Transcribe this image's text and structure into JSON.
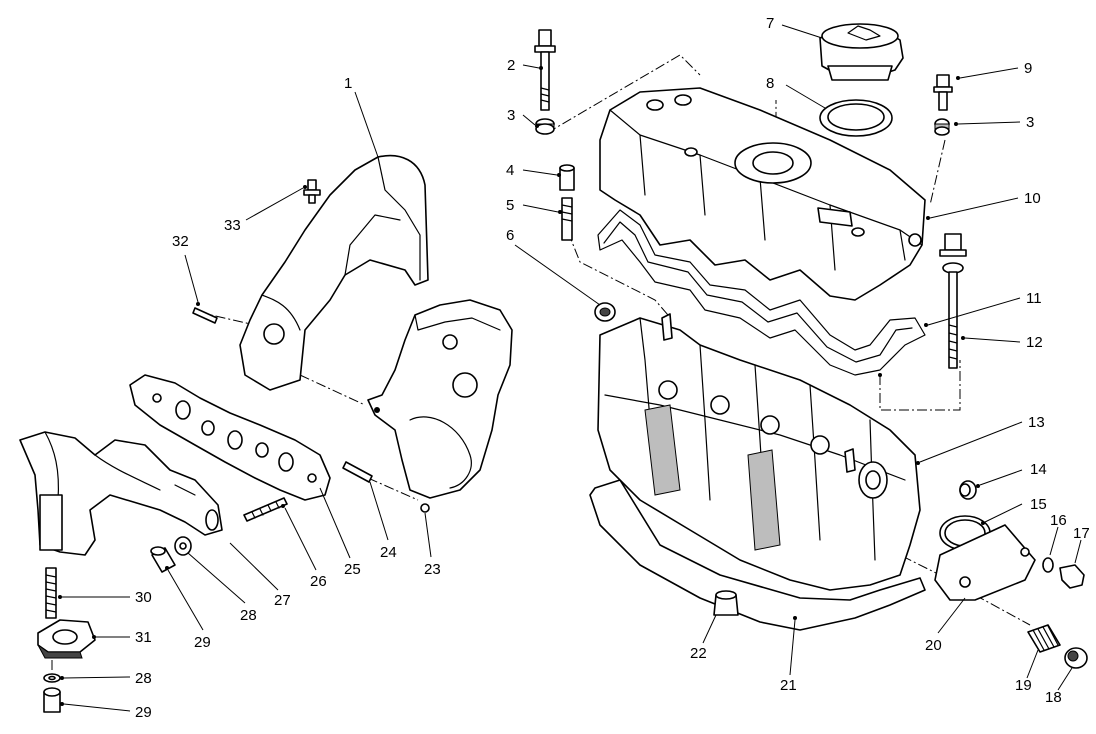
{
  "callouts": [
    {
      "id": "c1",
      "text": "1"
    },
    {
      "id": "c2",
      "text": "2"
    },
    {
      "id": "c3a",
      "text": "3"
    },
    {
      "id": "c3b",
      "text": "3"
    },
    {
      "id": "c4",
      "text": "4"
    },
    {
      "id": "c5",
      "text": "5"
    },
    {
      "id": "c6",
      "text": "6"
    },
    {
      "id": "c7",
      "text": "7"
    },
    {
      "id": "c8",
      "text": "8"
    },
    {
      "id": "c9",
      "text": "9"
    },
    {
      "id": "c10",
      "text": "10"
    },
    {
      "id": "c11",
      "text": "11"
    },
    {
      "id": "c12",
      "text": "12"
    },
    {
      "id": "c13",
      "text": "13"
    },
    {
      "id": "c14",
      "text": "14"
    },
    {
      "id": "c15",
      "text": "15"
    },
    {
      "id": "c16",
      "text": "16"
    },
    {
      "id": "c17",
      "text": "17"
    },
    {
      "id": "c18",
      "text": "18"
    },
    {
      "id": "c19",
      "text": "19"
    },
    {
      "id": "c20",
      "text": "20"
    },
    {
      "id": "c21",
      "text": "21"
    },
    {
      "id": "c22",
      "text": "22"
    },
    {
      "id": "c23",
      "text": "23"
    },
    {
      "id": "c24",
      "text": "24"
    },
    {
      "id": "c25",
      "text": "25"
    },
    {
      "id": "c26",
      "text": "26"
    },
    {
      "id": "c27",
      "text": "27"
    },
    {
      "id": "c28a",
      "text": "28"
    },
    {
      "id": "c28b",
      "text": "28"
    },
    {
      "id": "c29a",
      "text": "29"
    },
    {
      "id": "c29b",
      "text": "29"
    },
    {
      "id": "c30",
      "text": "30"
    },
    {
      "id": "c31",
      "text": "31"
    },
    {
      "id": "c32",
      "text": "32"
    },
    {
      "id": "c33",
      "text": "33"
    }
  ]
}
